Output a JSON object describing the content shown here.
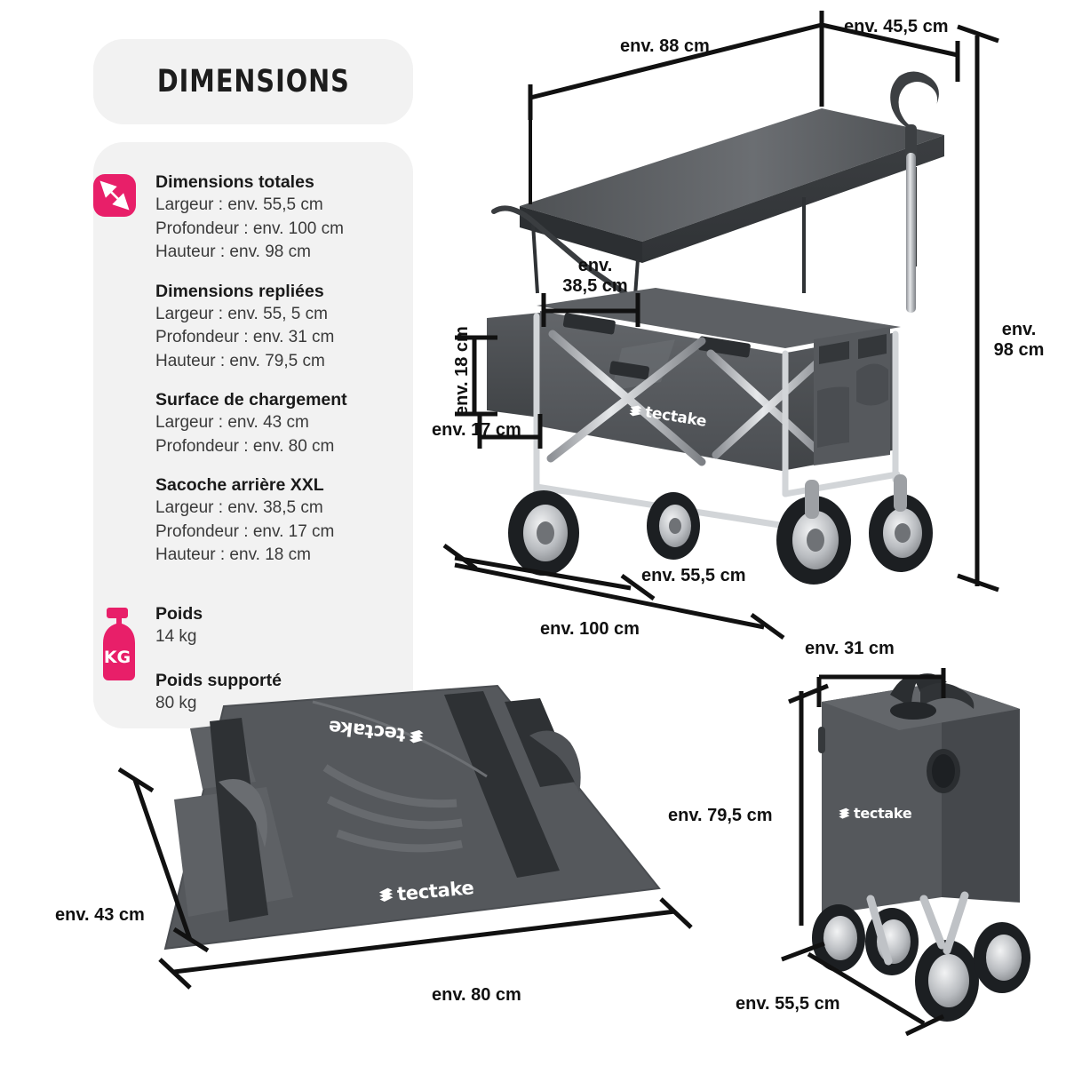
{
  "header": {
    "title": "DIMENSIONS"
  },
  "brand": {
    "name": "tectake"
  },
  "specs": [
    {
      "icon": "dimension-arrow-icon",
      "title": "Dimensions totales",
      "lines": [
        "Largeur : env. 55,5 cm",
        "Profondeur : env. 100 cm",
        "Hauteur : env. 98 cm"
      ]
    },
    {
      "icon": "",
      "title": "Dimensions repliées",
      "lines": [
        "Largeur : env. 55, 5 cm",
        "Profondeur : env. 31 cm",
        "Hauteur : env. 79,5 cm"
      ]
    },
    {
      "icon": "",
      "title": "Surface de chargement",
      "lines": [
        "Largeur : env. 43 cm",
        "Profondeur : env. 80 cm"
      ]
    },
    {
      "icon": "",
      "title": "Sacoche arrière XXL",
      "lines": [
        "Largeur : env. 38,5 cm",
        "Profondeur : env. 17 cm",
        "Hauteur : env. 18 cm"
      ]
    }
  ],
  "weight": {
    "icon": "kg-bottle-icon",
    "icon_label": "KG",
    "items": [
      {
        "title": "Poids",
        "value": "14 kg"
      },
      {
        "title": "Poids supporté",
        "value": "80 kg"
      }
    ]
  },
  "views": {
    "main_wagon": {
      "name": "assembled-wagon-with-canopy",
      "dimensions": {
        "canopy_length": "env. 88 cm",
        "canopy_width": "env. 45,5 cm",
        "total_height": "env.\n98 cm",
        "bag_width": "env.\n38,5 cm",
        "bag_height": "env. 18 cm",
        "bag_depth": "env. 17 cm",
        "base_width": "env. 55,5 cm",
        "base_depth": "env. 100 cm"
      }
    },
    "flat_fabric": {
      "name": "folded-flat-fabric-cover",
      "dimensions": {
        "width": "env. 43 cm",
        "length": "env. 80 cm"
      }
    },
    "folded_wagon": {
      "name": "folded-wagon-upright",
      "dimensions": {
        "depth": "env. 31 cm",
        "height": "env. 79,5 cm",
        "width": "env. 55,5 cm"
      }
    }
  },
  "colors": {
    "accent_pink": "#e81f69",
    "panel_bg": "#f2f2f2",
    "text_dark": "#1a1a1a",
    "fabric_gray": "#55585c",
    "canopy_gray": "#3f4246"
  }
}
